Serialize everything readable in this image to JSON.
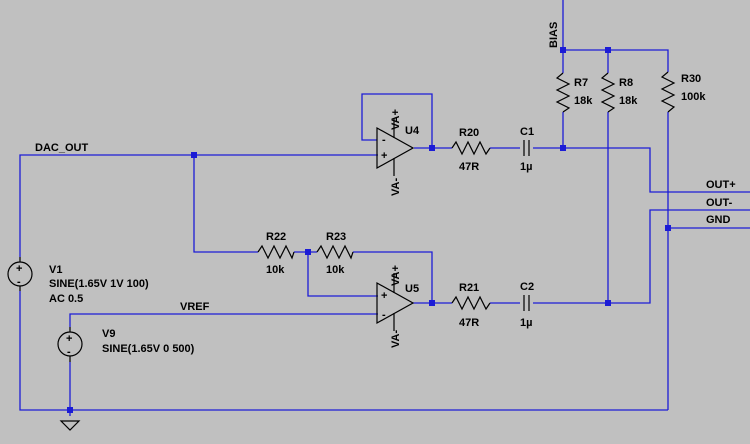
{
  "components": {
    "v1": {
      "ref": "V1",
      "value": "SINE(1.65V 1V 100)",
      "ac": "AC 0.5"
    },
    "v9": {
      "ref": "V9",
      "value": "SINE(1.65V 0 500)"
    },
    "u4": {
      "ref": "U4",
      "vplus": "VA+",
      "vminus": "VA-",
      "plus": "+",
      "minus": "-"
    },
    "u5": {
      "ref": "U5",
      "vplus": "VA+",
      "vminus": "VA-",
      "plus": "+",
      "minus": "-"
    },
    "r20": {
      "ref": "R20",
      "value": "47R"
    },
    "r21": {
      "ref": "R21",
      "value": "47R"
    },
    "r22": {
      "ref": "R22",
      "value": "10k"
    },
    "r23": {
      "ref": "R23",
      "value": "10k"
    },
    "r7": {
      "ref": "R7",
      "value": "18k"
    },
    "r8": {
      "ref": "R8",
      "value": "18k"
    },
    "r30": {
      "ref": "R30",
      "value": "100k"
    },
    "c1": {
      "ref": "C1",
      "value": "1µ"
    },
    "c2": {
      "ref": "C2",
      "value": "1µ"
    }
  },
  "nets": {
    "dac_out": "DAC_OUT",
    "vref": "VREF",
    "bias": "BIAS",
    "out_plus": "OUT+",
    "out_minus": "OUT-",
    "gnd": "GND"
  },
  "symbols": {
    "plus": "+",
    "minus": "-"
  },
  "colors": {
    "background": "#c0c0c0",
    "wire": "#1c1cd6",
    "component": "#000000"
  }
}
